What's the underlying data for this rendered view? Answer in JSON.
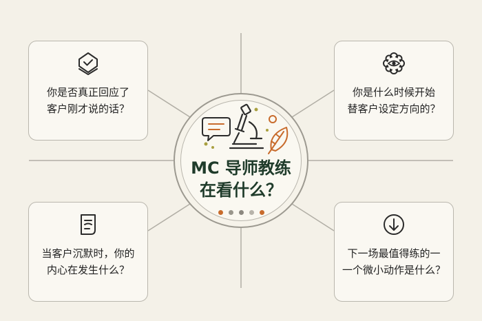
{
  "hub": {
    "title_line1": "MC 导师教练",
    "title_line2": "在看什么？"
  },
  "cards": {
    "top_left": {
      "icon": "checkmark-shield-icon",
      "line1": "你是否真正回应了",
      "line2": "客户刚才说的话？"
    },
    "top_right": {
      "icon": "flower-eye-icon",
      "line1": "你是什么时候开始",
      "line2": "替客户设定方向的？"
    },
    "bottom_left": {
      "icon": "document-lines-icon",
      "line1": "当客户沉默时，你的",
      "line2": "内心在发生什么？"
    },
    "bottom_right": {
      "icon": "down-arrow-circle-icon",
      "line1": "下一场最值得练的一",
      "line2": "一个微小动作是什么？"
    }
  },
  "colors": {
    "background": "#f4f1e8",
    "title_green": "#1f3b2a",
    "accent_orange": "#c86b2c",
    "accent_olive": "#a9a040",
    "line_gray": "#b1aea5",
    "icon_dark": "#2b2b2b"
  },
  "dots": [
    "#c86b2c",
    "#9a968c",
    "#8c8880",
    "#b7b3aa",
    "#c86b2c"
  ]
}
